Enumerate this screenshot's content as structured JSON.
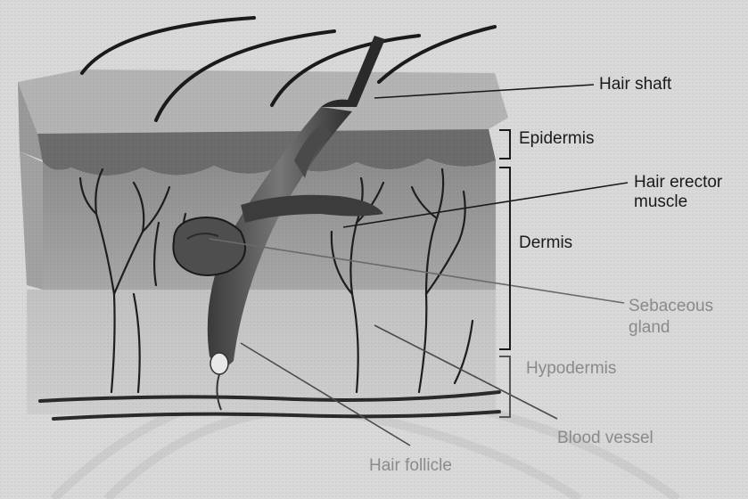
{
  "labels": {
    "hair_shaft": "Hair shaft",
    "epidermis": "Epidermis",
    "hair_erector_muscle_line1": "Hair erector",
    "hair_erector_muscle_line2": "muscle",
    "dermis": "Dermis",
    "sebaceous_gland_line1": "Sebaceous",
    "sebaceous_gland_line2": "gland",
    "hypodermis": "Hypodermis",
    "blood_vessel": "Blood vessel",
    "hair_follicle": "Hair follicle"
  },
  "colors": {
    "background": "#d9d9d9",
    "epidermis_band": "#6e6e6e",
    "dermis_block": "#a9a9a9",
    "hypodermis_block": "#c4c4c4",
    "line_dark": "#1a1a1a",
    "label_light": "#8a8a8a"
  }
}
